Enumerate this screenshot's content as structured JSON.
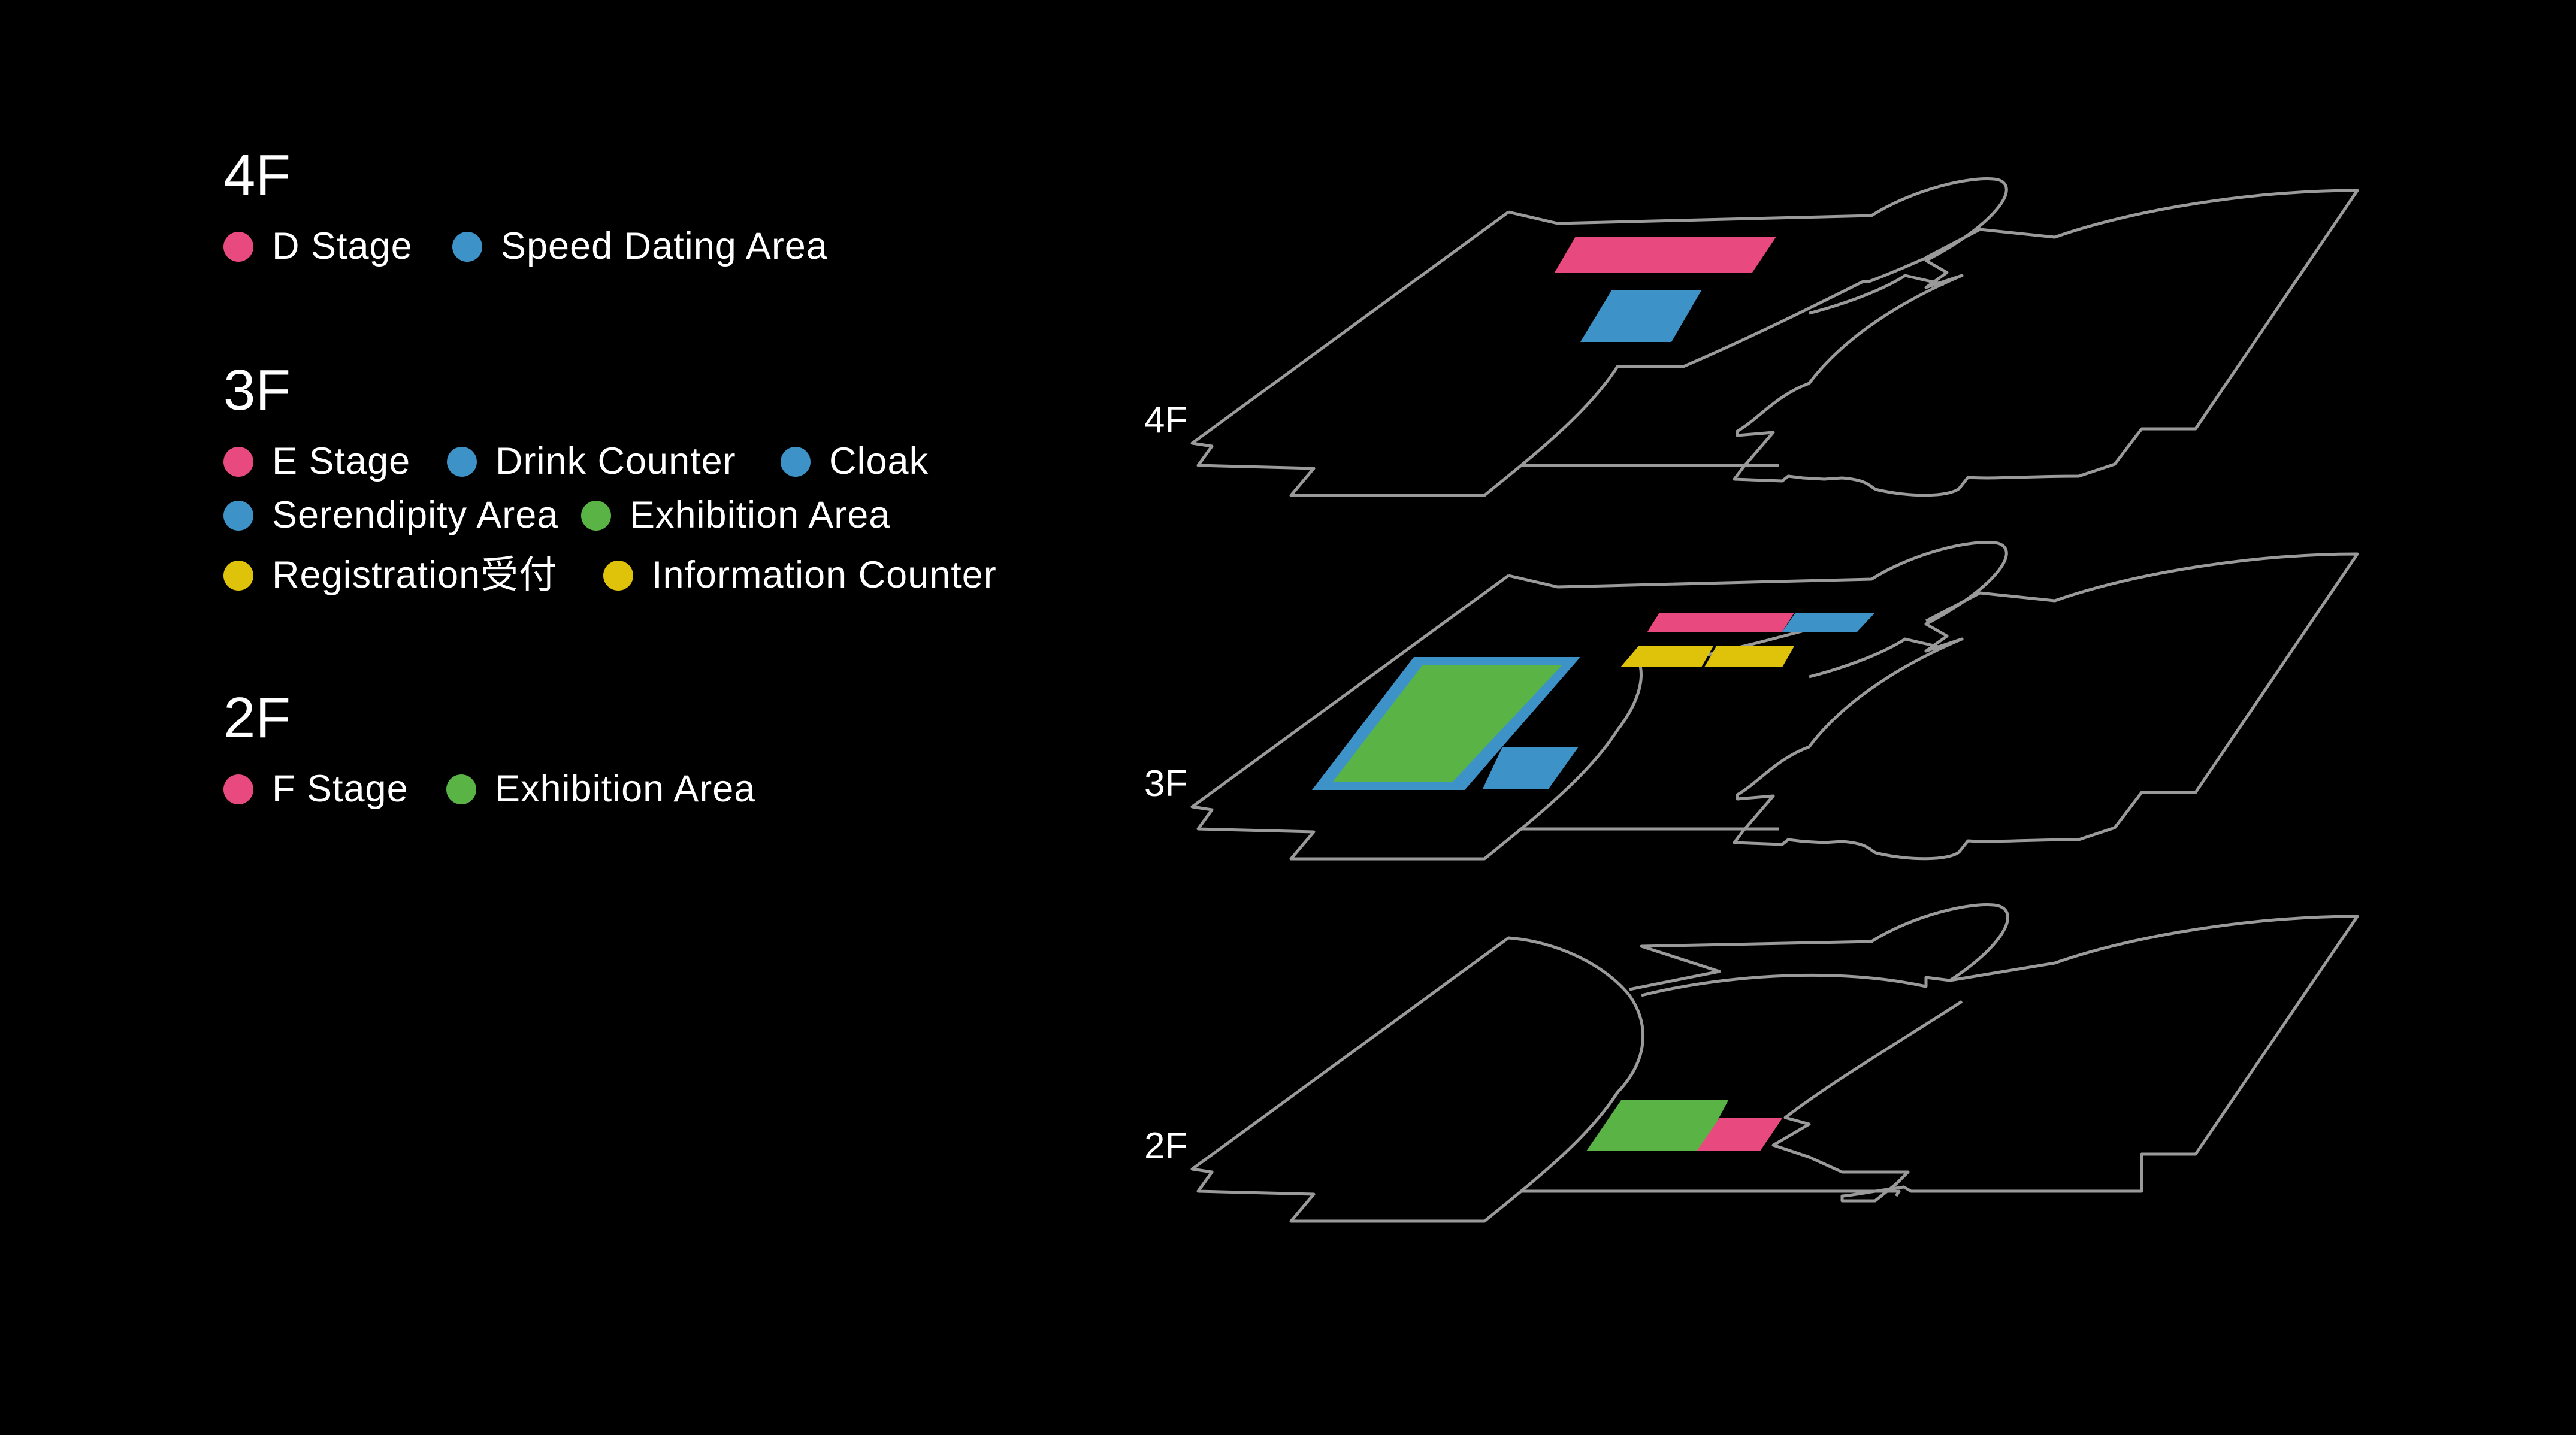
{
  "colors": {
    "background": "#000000",
    "stage": "#e84a7f",
    "service": "#3d93c8",
    "exhibition": "#5ab445",
    "registration": "#dfc20a",
    "outline": "#9a9a9a",
    "text": "#ffffff"
  },
  "legend": {
    "floor_4f": {
      "title": "4F",
      "items": [
        {
          "label": "D Stage",
          "color": "#e84a7f"
        },
        {
          "label": "Speed Dating Area",
          "color": "#3d93c8"
        }
      ]
    },
    "floor_3f": {
      "title": "3F",
      "items": [
        {
          "label": "E Stage",
          "color": "#e84a7f"
        },
        {
          "label": "Drink Counter",
          "color": "#3d93c8"
        },
        {
          "label": "Cloak",
          "color": "#3d93c8"
        },
        {
          "label": "Serendipity Area",
          "color": "#3d93c8"
        },
        {
          "label": "Exhibition Area",
          "color": "#5ab445"
        },
        {
          "label": "Registration受付",
          "color": "#dfc20a"
        },
        {
          "label": "Information Counter",
          "color": "#dfc20a"
        }
      ]
    },
    "floor_2f": {
      "title": "2F",
      "items": [
        {
          "label": "F Stage",
          "color": "#e84a7f"
        },
        {
          "label": "Exhibition Area",
          "color": "#5ab445"
        }
      ]
    }
  },
  "map": {
    "floor_labels": [
      "4F",
      "3F",
      "2F"
    ]
  }
}
